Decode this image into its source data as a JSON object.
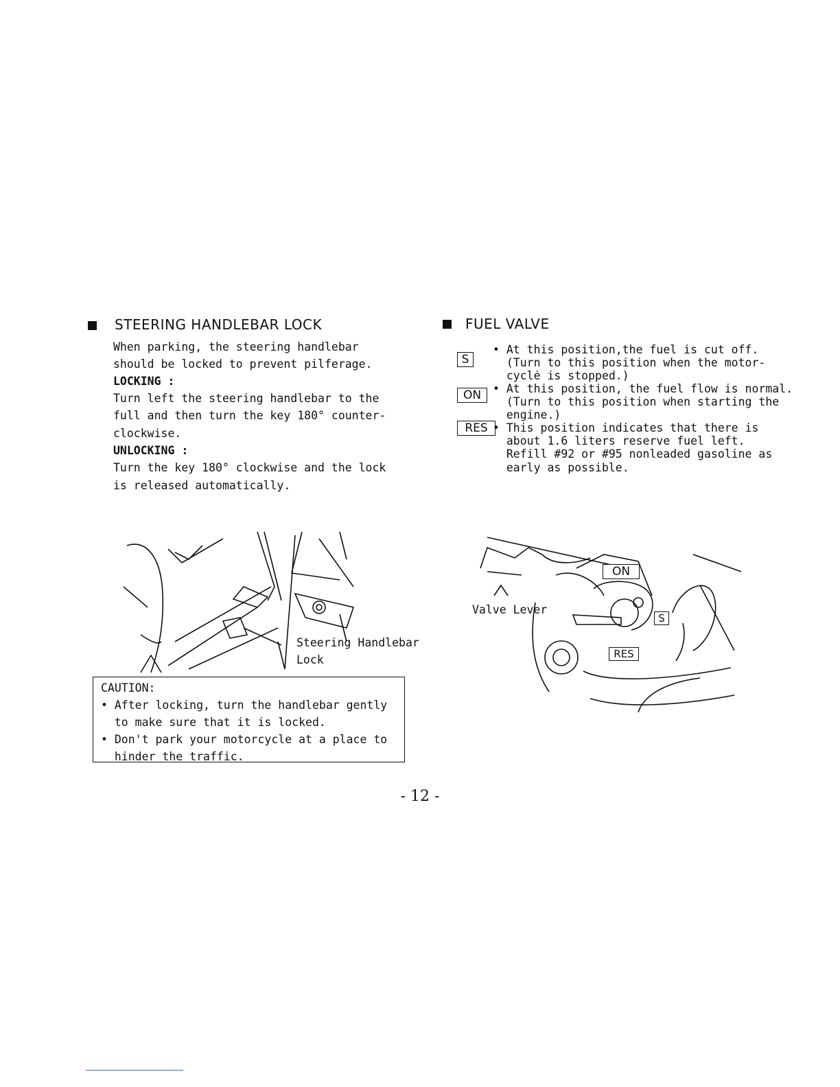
{
  "left": {
    "heading": "STEERING HANDLEBAR LOCK",
    "lines": [
      "When parking, the steering handlebar",
      "should be locked to prevent pilferage."
    ],
    "locking_label": "LOCKING :",
    "locking_lines": [
      "Turn left the steering handlebar to the",
      "full and then turn the key 180° counter-",
      "clockwise."
    ],
    "unlocking_label": "UNLOCKING :",
    "unlocking_lines": [
      "Turn the key 180° clockwise and the lock",
      "is released automatically."
    ],
    "figure_label_1": "Steering Handlebar",
    "figure_label_2": "Lock",
    "caution": {
      "title": "CAUTION:",
      "lines": [
        "• After locking, turn the handlebar gently",
        "  to make sure that it is locked.",
        "• Don't park your motorcycle at a place to",
        "  hinder the traffic."
      ]
    }
  },
  "right": {
    "heading": "FUEL VALVE",
    "positions": [
      {
        "tag": "S",
        "lines": [
          "• At this position,the fuel is cut off.",
          "  (Turn to this position when the motor-",
          "  cyclė is stopped.)"
        ]
      },
      {
        "tag": "ON",
        "lines": [
          "• At this position, the fuel flow is normal.",
          "  (Turn to this position when starting the",
          "  engine.)"
        ]
      },
      {
        "tag": "RES",
        "lines": [
          "• This position indicates that there is",
          "  about 1.6 liters reserve fuel left.",
          "  Refill #92 or #95 nonleaded gasoline as",
          "  early as possible."
        ]
      }
    ],
    "figure_labels": {
      "valve_lever": "Valve Lever",
      "on": "ON",
      "s": "S",
      "res": "RES"
    }
  },
  "page_number": "- 12 -"
}
